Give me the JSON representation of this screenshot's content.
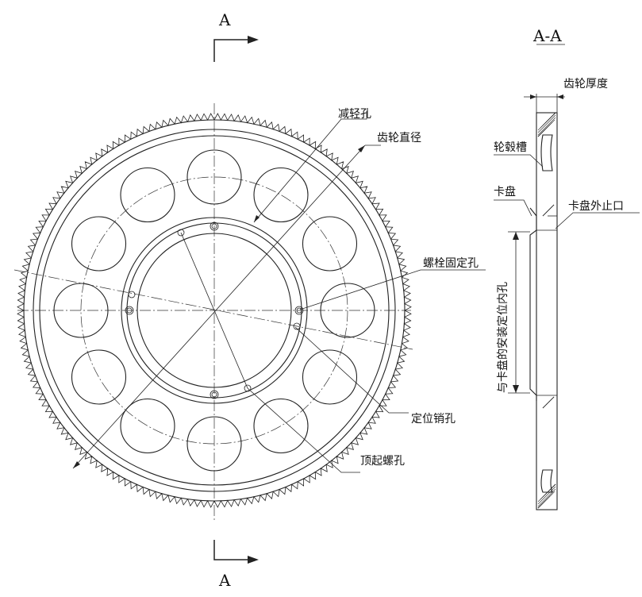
{
  "section_marks": {
    "top": "A",
    "bottom": "A"
  },
  "view_title": "A-A",
  "labels": {
    "lightening_hole": "减轻孔",
    "gear_diameter": "齿轮直径",
    "bolt_fixing_hole": "螺栓固定孔",
    "dowel_pin_hole": "定位销孔",
    "jacking_screw_hole": "顶起螺孔",
    "gear_thickness": "齿轮厚度",
    "hub_groove": "轮毂槽",
    "chuck": "卡盘",
    "chuck_outer_spigot": "卡盘外止口",
    "locating_bore": "与卡盘的安装定位内孔"
  },
  "colors": {
    "line": "#222222",
    "background": "#ffffff"
  }
}
